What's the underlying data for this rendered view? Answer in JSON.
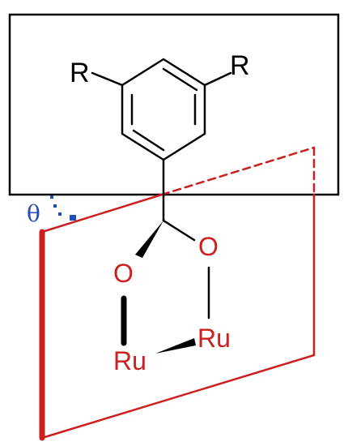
{
  "labels": {
    "r_left": "R",
    "r_right": "R",
    "o_left": "O",
    "o_right": "O",
    "ru_left": "Ru",
    "ru_right": "Ru",
    "theta": "θ"
  },
  "colors": {
    "black": "#000000",
    "red": "#cc1f1f",
    "blue": "#1f4fb0"
  }
}
